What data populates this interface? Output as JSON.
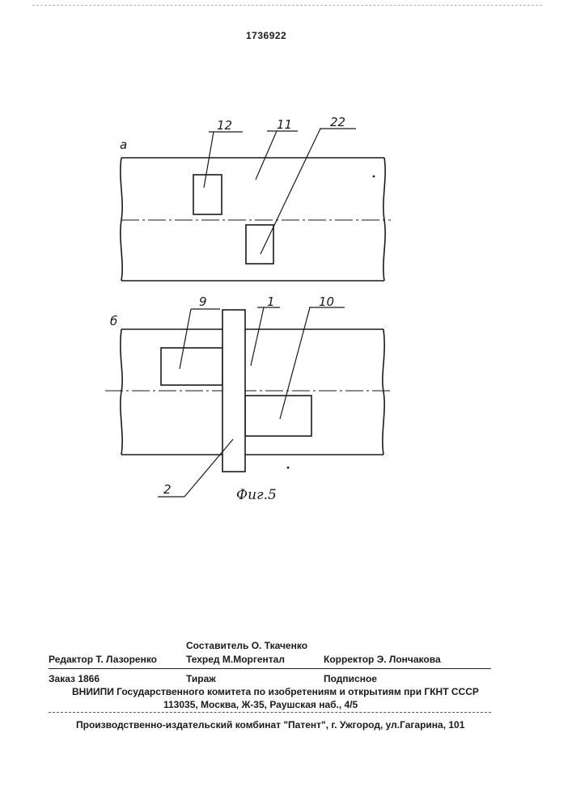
{
  "header": {
    "patent_number": "1736922"
  },
  "figure": {
    "view_a_letter": "а",
    "view_b_letter": "б",
    "view_a_refs": {
      "r12": "12",
      "r11": "11",
      "r22": "22"
    },
    "view_b_refs": {
      "r9": "9",
      "r1": "1",
      "r10": "10",
      "r2": "2"
    },
    "caption": "Фиг.5"
  },
  "imprint": {
    "compiler": "Составитель  О. Ткаченко",
    "editor": "Редактор Т. Лазоренко",
    "techred": "Техред М.Моргентал",
    "corrector": "Корректор  Э. Лончакова",
    "order": "Заказ 1866",
    "circulation": "Тираж",
    "subscription": "Подписное",
    "institute": "ВНИИПИ Государственного комитета по изобретениям и открытиям при ГКНТ СССР",
    "address": "113035, Москва, Ж-35, Раушская наб., 4/5",
    "publisher": "Производственно-издательский комбинат \"Патент\", г. Ужгород, ул.Гагарина, 101"
  }
}
